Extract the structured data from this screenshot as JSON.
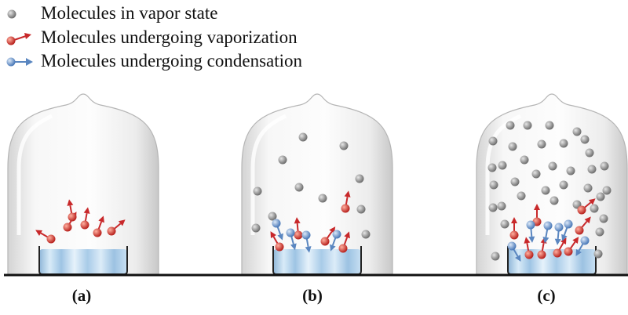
{
  "legend": [
    {
      "icon": "vapor-molecule-icon",
      "text": "Molecules in vapor state"
    },
    {
      "icon": "vaporization-molecule-icon",
      "text": "Molecules undergoing vaporization"
    },
    {
      "icon": "condensation-molecule-icon",
      "text": "Molecules undergoing condensation"
    }
  ],
  "panels": [
    {
      "label": "(a)"
    },
    {
      "label": "(b)"
    },
    {
      "label": "(c)"
    }
  ],
  "colors": {
    "vapor": "#8a8a8a",
    "vaporization": "#c8282a",
    "condensation": "#5a86c0",
    "liquid": "#b8d6ee",
    "bench": "#111111"
  }
}
